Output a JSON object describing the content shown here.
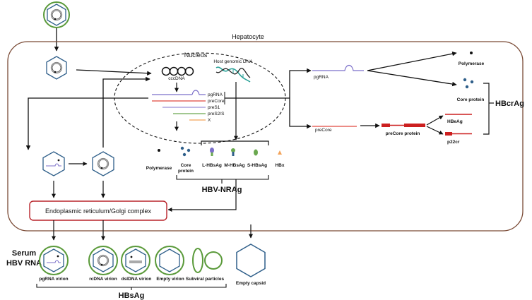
{
  "labels": {
    "hepatocyte": "Hepatocyte",
    "nucleus": "Nucleus",
    "cccdna": "cccDNA",
    "host_dna": "Host genomic DNA",
    "transcripts": [
      "pgRNA",
      "preCore",
      "preS1",
      "preS2/S",
      "X"
    ],
    "pgrna_right": "pgRNA",
    "precore_right": "preCore",
    "precore_protein": "preCore protein",
    "polymerase_right": "Polymerase",
    "core_protein_right": "Core protein",
    "hbeag": "HBeAg",
    "p22cr": "p22cr",
    "hbcrag": "HBcrAg",
    "mid_products": [
      "Polymerase",
      "Core protein",
      "L-HBsAg",
      "M-HBsAg",
      "S-HBsAg",
      "HBx"
    ],
    "hbv_nrag": "HBV-NRAg",
    "er_golgi": "Endoplasmic reticulum/Golgi complex",
    "serum_rna_line1": "Serum",
    "serum_rna_line2": "HBV RNA",
    "particles": [
      "pgRNA virion",
      "rcDNA virion",
      "dslDNA virion",
      "Empty virion",
      "Subviral particles",
      "Empty capsid"
    ],
    "hbsag": "HBsAg"
  },
  "colors": {
    "envelope": "#5a9a3a",
    "capsid": "#2f5f8a",
    "er_border": "#b8232a",
    "membrane": "#7a4a35",
    "pgrna": "#7b6fc9",
    "precore": "#e0473f",
    "pres1": "#9b8fd6",
    "pres2s": "#6aa84f",
    "x": "#f3a35a",
    "dna": "#2aa198",
    "precore_protein": "#cc1f1f"
  }
}
